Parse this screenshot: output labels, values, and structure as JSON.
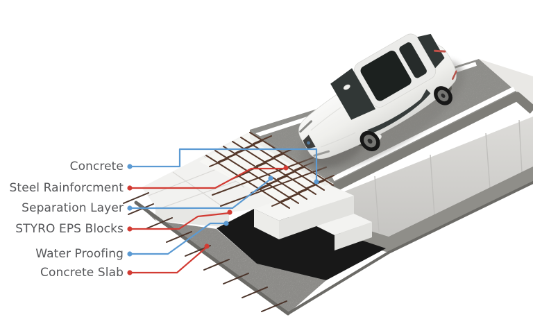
{
  "figure": {
    "type": "isometric cutaway construction illustration",
    "subject": "Road insulation cross-section with white SUV on asphalt"
  },
  "labels": [
    {
      "text": "Concrete",
      "line_color": "#5b9ad3"
    },
    {
      "text": "Steel Rainforcment",
      "line_color": "#d23b33"
    },
    {
      "text": "Separation Layer",
      "line_color": "#5b9ad3"
    },
    {
      "text": "STYRO EPS Blocks",
      "line_color": "#d23b33"
    },
    {
      "text": "Water Proofing",
      "line_color": "#5b9ad3"
    },
    {
      "text": "Concrete Slab",
      "line_color": "#d23b33"
    }
  ],
  "palette": {
    "background": "#ffffff",
    "label_text": "#56575a",
    "leader_blue": "#5b9ad3",
    "leader_red": "#d23b33",
    "asphalt": "#a7a6a2",
    "road_stripe": "#ffffff",
    "eps_white": "#f2f2f0",
    "waterproofing_black": "#181818",
    "concrete_slab": "#b5b4b0",
    "side_wall": "#d7d6d3",
    "rebar_brown": "#55382a",
    "car_body": "#f4f4f2",
    "car_glass": "#2f3534"
  }
}
